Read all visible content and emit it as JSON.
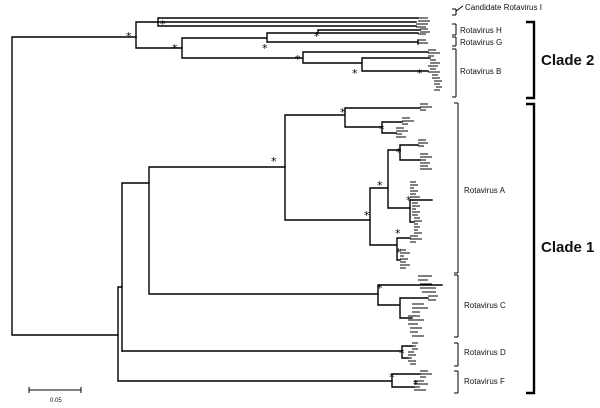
{
  "groups": {
    "candidate_i": "Candidate Rotavirus I",
    "rva_h": "Rotavirus H",
    "rva_g": "Rotavirus G",
    "rva_b": "Rotavirus B",
    "rva_a": "Rotavirus A",
    "rva_c": "Rotavirus C",
    "rva_d": "Rotavirus D",
    "rva_f": "Rotavirus F"
  },
  "clades": {
    "clade2": "Clade 2",
    "clade1": "Clade 1"
  },
  "support_marker": "*",
  "scale_bar": {
    "label": "0.05"
  }
}
